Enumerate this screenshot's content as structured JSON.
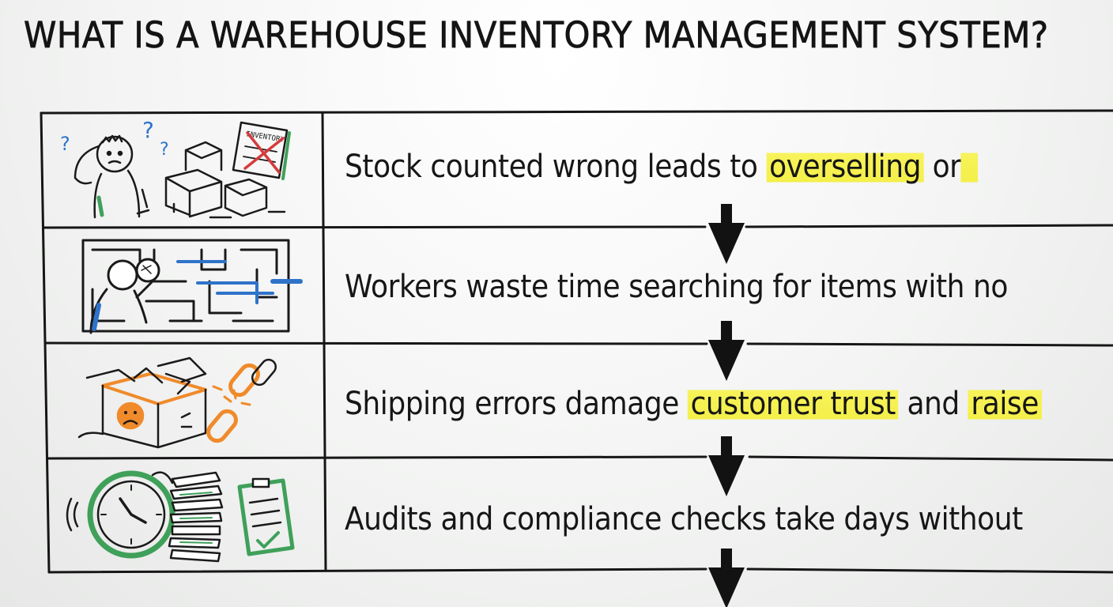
{
  "title": "WHAT IS A WAREHOUSE INVENTORY MANAGEMENT SYSTEM?",
  "rows": [
    {
      "before": "Stock counted wrong leads to ",
      "hl1": "overselling",
      "mid": " or ",
      "hl2": "",
      "after": "",
      "icon": "confused-person-boxes-icon",
      "sign": "INVENTORY"
    },
    {
      "before": "Workers waste time searching for items with no ",
      "hl1": "",
      "mid": "",
      "hl2": "",
      "after": "",
      "icon": "maze-search-icon"
    },
    {
      "before": "Shipping errors damage ",
      "hl1": "customer trust",
      "mid": " and ",
      "hl2": "raise",
      "after": "",
      "icon": "damaged-box-broken-chain-icon"
    },
    {
      "before": "Audits and compliance checks take days without",
      "hl1": "",
      "mid": "",
      "hl2": "",
      "after": "",
      "icon": "clock-paperwork-checklist-icon"
    }
  ],
  "colors": {
    "highlight": "#f4ef4a",
    "green": "#3fa05a",
    "blue": "#2f73c9",
    "orange": "#f08a2a",
    "red": "#d63b3b"
  }
}
